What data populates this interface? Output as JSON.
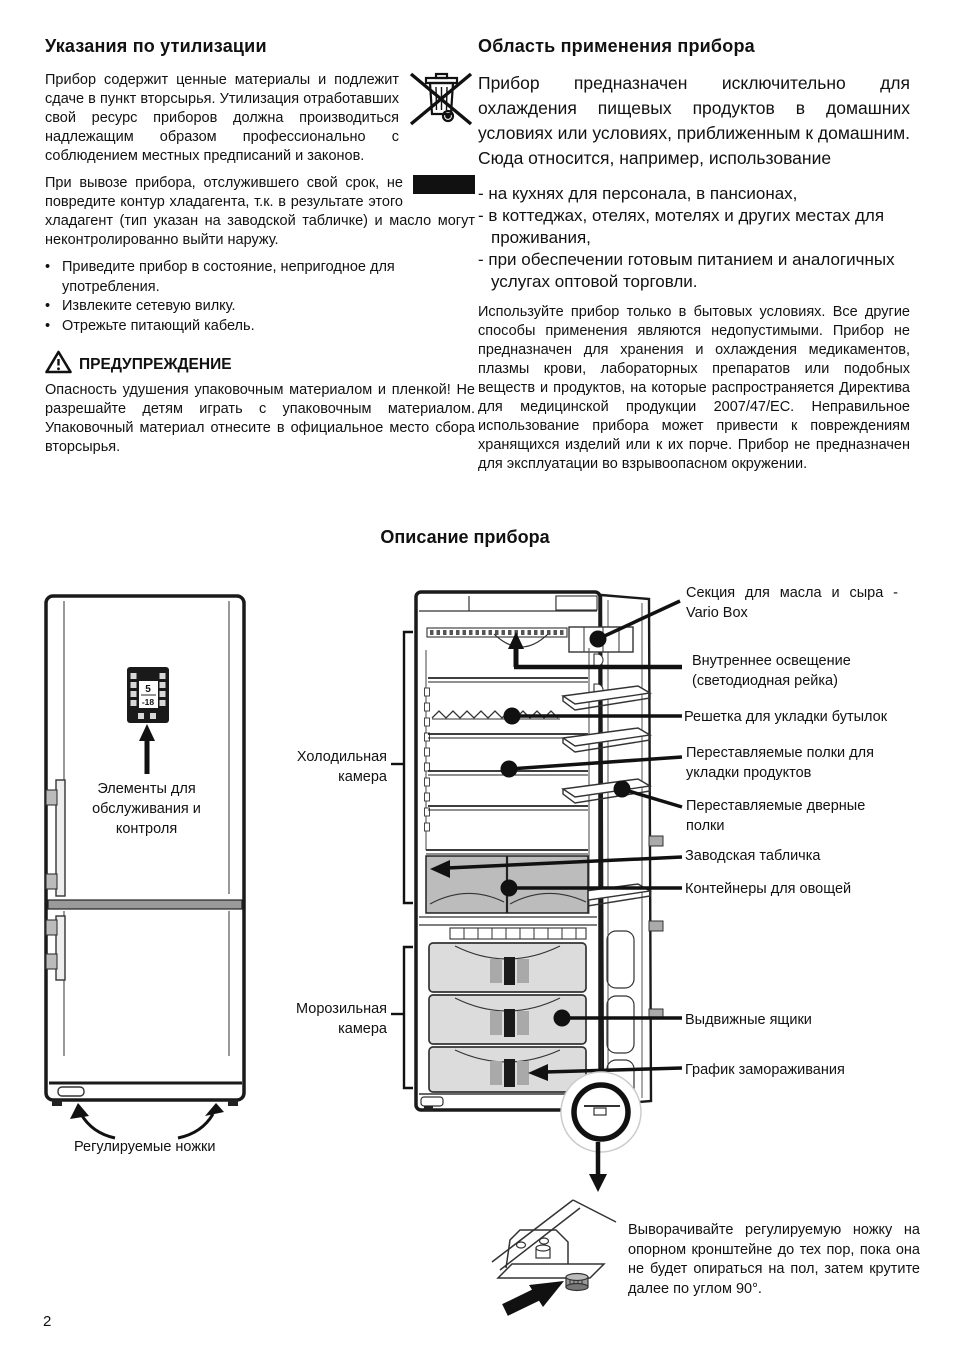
{
  "page": {
    "number": "2"
  },
  "left_column": {
    "title": "Указания по утилизации",
    "para1": "Прибор содержит ценные материалы и подлежит сдаче в пункт вторсырья. Утилизация отработавших свой ресурс приборов должна производиться надлежащим образом профессионально с соблюдением местных предписаний и законов.",
    "para2": "При вывозе прибора, отслужившего свой срок, не повредите контур хладагента, т.к. в результате этого хладагент (тип указан на заводской табличке) и масло могут неконтролированно выйти наружу.",
    "bullets": [
      "Приведите прибор в состояние, непригодное для употребления.",
      "Извлеките сетевую вилку.",
      "Отрежьте питающий кабель."
    ],
    "warning": {
      "title": "ПРЕДУПРЕЖДЕНИЕ",
      "text": "Опасность удушения упаковочным материалом и пленкой! Не разрешайте детям играть с упаковочным материалом. Упаковочный материал отнесите в официальное место сбора вторсырья."
    }
  },
  "right_column": {
    "title": "Область применения прибора",
    "para1": "Прибор предназначен исключительно для охлаждения пищевых продуктов в домашних условиях или условиях, приближенным к домашним. Сюда относится, например, использование",
    "items": [
      "- на кухнях для персонала, в пансионах,",
      "- в коттеджах, отелях, мотелях и других местах для проживания,",
      "- при обеспечении готовым питанием и аналогичных услугах оптовой торговли."
    ],
    "para2": "Используйте прибор только в бытовых условиях. Все другие способы применения являются недопустимыми. Прибор не предназначен для хранения и охлаждения медикаментов, плазмы крови, лабораторных препаратов или подобных веществ и продуктов, на которые распространяется Директива для медицинской продукции 2007/47/ЕС. Неправильное использование прибора может привести к повреждениям хранящихся изделий или к их порче. Прибор не предназначен для эксплуатации во взрывоопасном окружении."
  },
  "diagram": {
    "title": "Описание прибора",
    "labels": {
      "vario_box": "Секция для масла и сыра - Vario Box",
      "interior_light": "Внутреннее освещение (светодиодная рейка)",
      "bottle_rack": "Решетка для укладки бутылок",
      "shelves": "Переставляемые полки для укладки продуктов",
      "door_shelves": "Переставляемые дверные полки",
      "type_plate": "Заводская табличка",
      "veg_containers": "Контейнеры для овощей",
      "drawers": "Выдвижные ящики",
      "freeze_chart": "График замораживания",
      "fridge_compartment": "Холодильная камера",
      "freezer_compartment": "Морозильная камера",
      "controls": "Элементы для обслуживания и контроля",
      "feet": "Регулируемые ножки",
      "foot_note": "Выворачивайте регулируемую ножку на опорном кронштейне до тех пор, пока она не будет опираться на пол, затем крутите далее по углом 90°."
    },
    "control_panel": {
      "fridge_display": "5",
      "freezer_display": "-18"
    }
  }
}
